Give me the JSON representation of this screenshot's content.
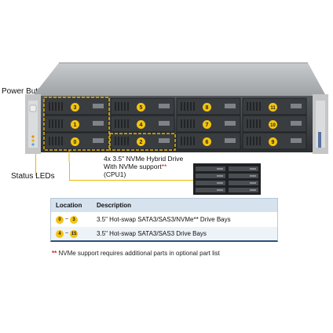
{
  "callouts": {
    "power_button": "Power Button",
    "status_leds": "Status LEDs"
  },
  "nvme_note": {
    "line1": "4x 3.5\" NVMe Hybrid Drive",
    "line2": "With NVMe  support",
    "line2_mark": "**",
    "line3": "(CPU1)"
  },
  "bays": [
    {
      "n": "3",
      "nvme": true
    },
    {
      "n": "5",
      "nvme": false
    },
    {
      "n": "8",
      "nvme": false
    },
    {
      "n": "11",
      "nvme": false
    },
    {
      "n": "1",
      "nvme": true
    },
    {
      "n": "4",
      "nvme": false
    },
    {
      "n": "7",
      "nvme": false
    },
    {
      "n": "10",
      "nvme": false
    },
    {
      "n": "0",
      "nvme": true
    },
    {
      "n": "2",
      "nvme": true
    },
    {
      "n": "6",
      "nvme": false
    },
    {
      "n": "9",
      "nvme": false
    }
  ],
  "table": {
    "headers": [
      "Location",
      "Description"
    ],
    "rows": [
      {
        "from": "0",
        "to": "3",
        "tilde": "~",
        "desc": "3.5\" Hot-swap SATA3/SAS3/NVMe** Drive Bays"
      },
      {
        "from": "4",
        "to": "15",
        "tilde": "~",
        "desc": "3.5\" Hot-swap SATA3/SAS3 Drive Bays"
      }
    ]
  },
  "footnote": {
    "mark": "**",
    "text": " NVMe support requires additional parts in optional part list"
  },
  "colors": {
    "bay_number": "#f4c40f",
    "nvme_outline": "#e8b800",
    "table_header": "#d6e3ef",
    "footnote_mark": "#cc1f1f"
  }
}
